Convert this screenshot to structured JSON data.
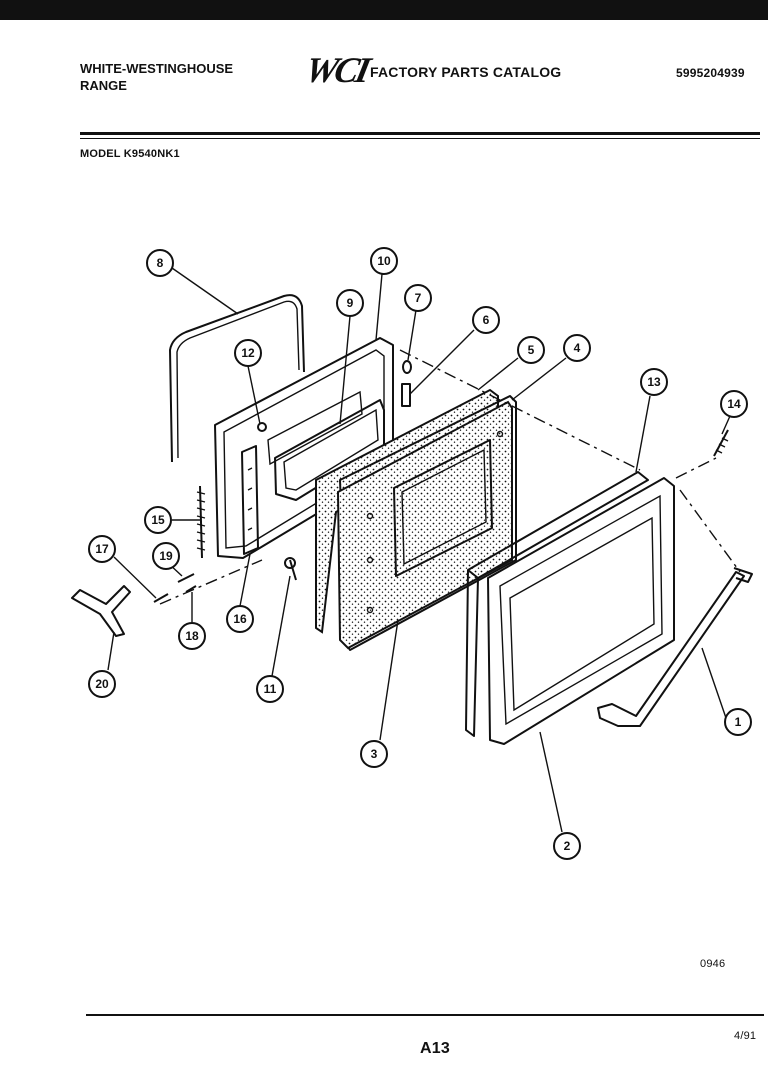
{
  "header": {
    "brand_line1": "WHITE-WESTINGHOUSE",
    "brand_line2": "RANGE",
    "logo": "WCI",
    "catalog_title": "FACTORY PARTS CATALOG",
    "catalog_number": "5995204939",
    "model": "MODEL K9540NK1"
  },
  "callouts": [
    "1",
    "2",
    "3",
    "4",
    "5",
    "6",
    "7",
    "8",
    "9",
    "10",
    "11",
    "12",
    "13",
    "14",
    "15",
    "16",
    "17",
    "18",
    "19",
    "20"
  ],
  "footer": {
    "code": "0946",
    "page": "A13",
    "date": "4/91"
  }
}
